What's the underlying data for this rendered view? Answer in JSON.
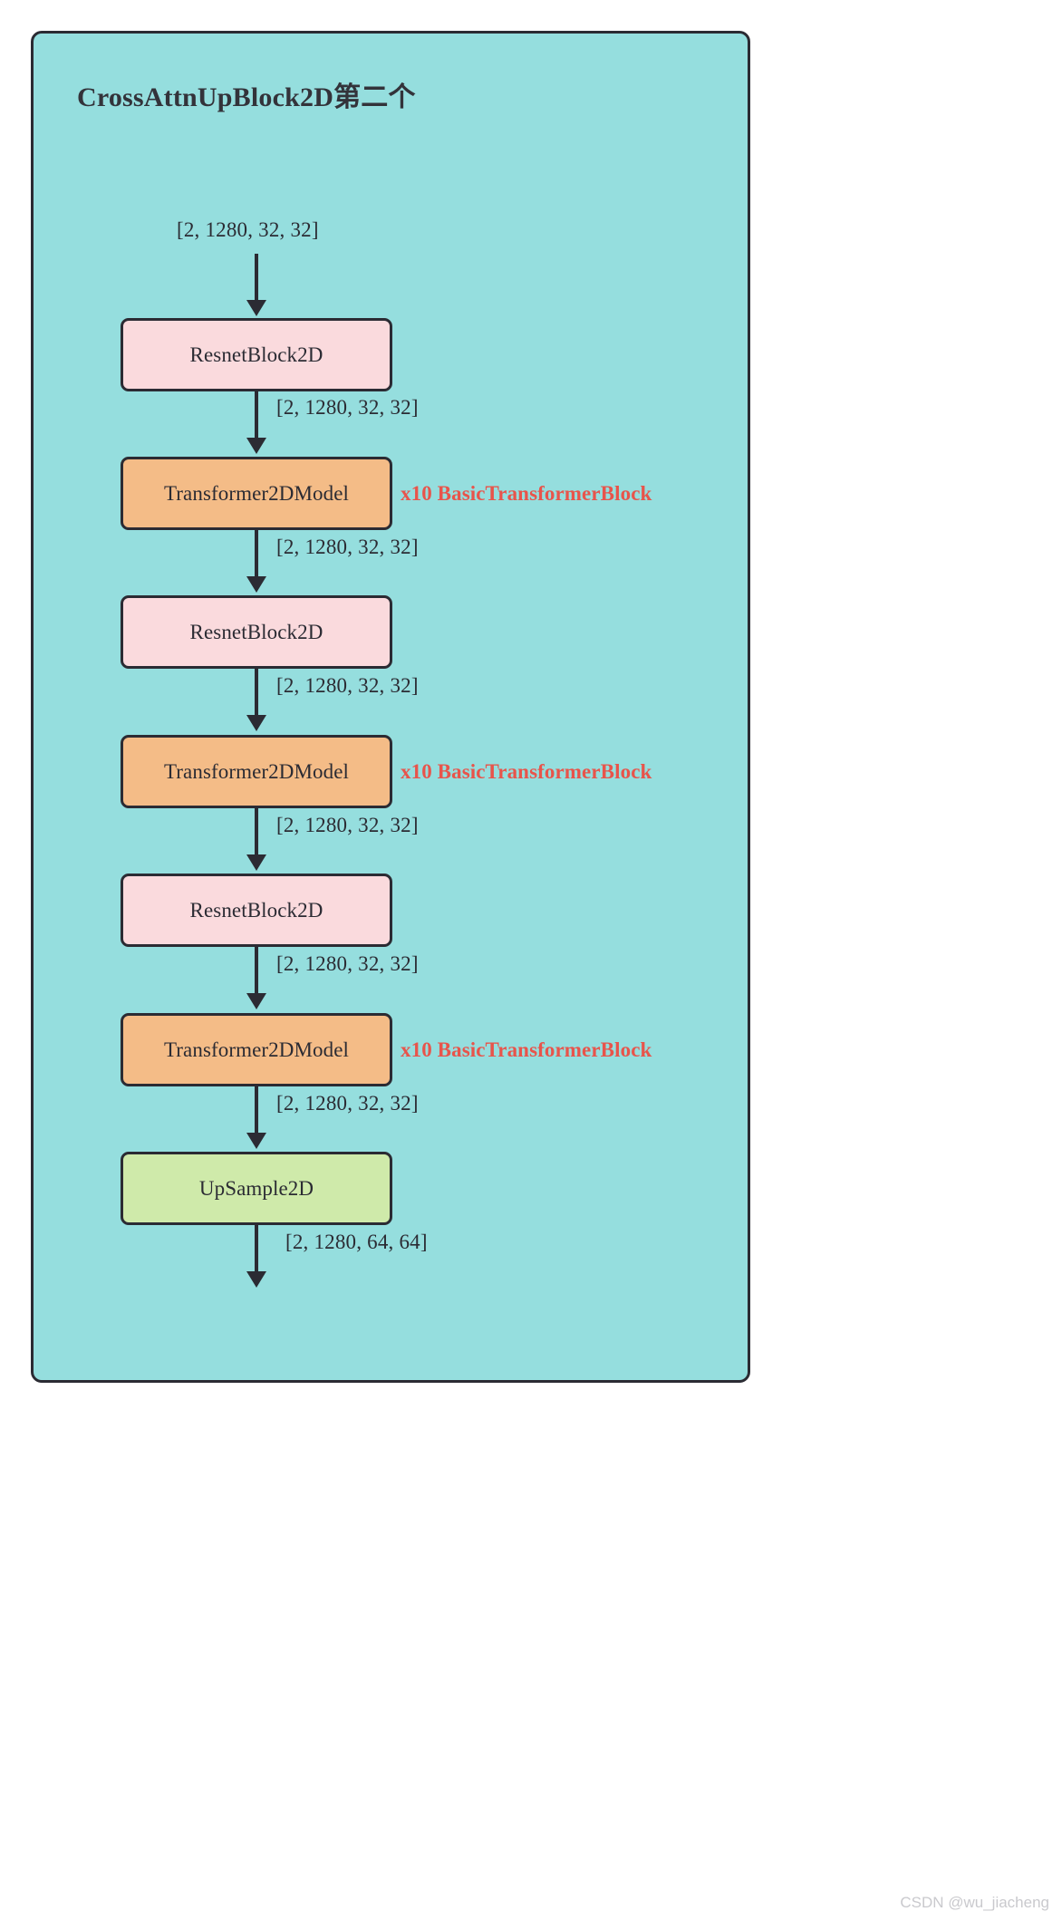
{
  "diagram": {
    "title": "CrossAttnUpBlock2D第二个",
    "background_color": "#95dede",
    "border_color": "#2b2b33",
    "input_label": "[2, 1280, 32, 32]",
    "nodes": [
      {
        "label": "ResnetBlock2D",
        "fill": "#fadadd",
        "out_label": "[2, 1280, 32, 32]",
        "note": ""
      },
      {
        "label": "Transformer2DModel",
        "fill": "#f4bc87",
        "out_label": "[2, 1280, 32, 32]",
        "note": "x10 BasicTransformerBlock"
      },
      {
        "label": "ResnetBlock2D",
        "fill": "#fadadd",
        "out_label": "[2, 1280, 32, 32]",
        "note": ""
      },
      {
        "label": "Transformer2DModel",
        "fill": "#f4bc87",
        "out_label": "[2, 1280, 32, 32]",
        "note": "x10 BasicTransformerBlock"
      },
      {
        "label": "ResnetBlock2D",
        "fill": "#fadadd",
        "out_label": "[2, 1280, 32, 32]",
        "note": ""
      },
      {
        "label": "Transformer2DModel",
        "fill": "#f4bc87",
        "out_label": "[2, 1280, 32, 32]",
        "note": "x10 BasicTransformerBlock"
      },
      {
        "label": "UpSample2D",
        "fill": "#cfeaaa",
        "out_label": "[2, 1280, 64, 64]",
        "note": ""
      }
    ],
    "note_color": "#e8544b"
  },
  "watermark": {
    "text": "CSDN @wu_jiacheng"
  }
}
